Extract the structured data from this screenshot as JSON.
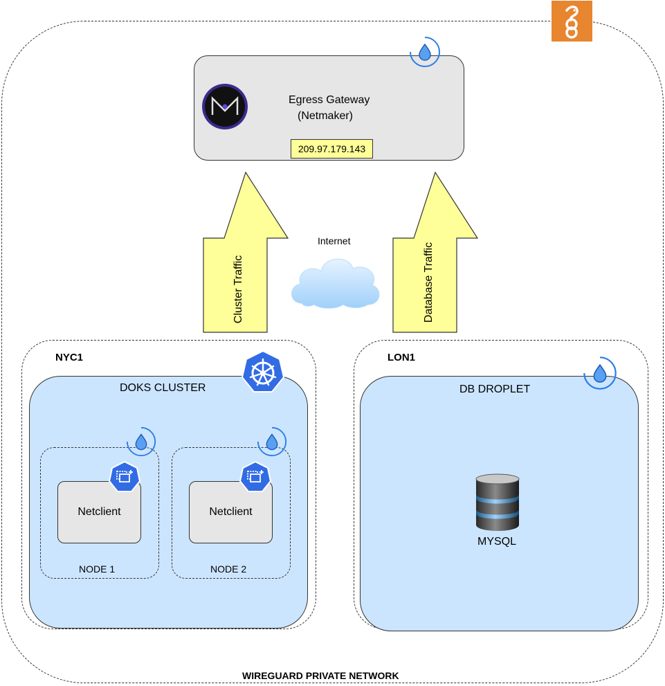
{
  "gateway": {
    "title_line1": "Egress Gateway",
    "title_line2": "(Netmaker)",
    "ip": "209.97.179.143",
    "logo_icon": "netmaker-logo-icon"
  },
  "arrows": {
    "left_label": "Cluster Traffic",
    "right_label": "Database Traffic"
  },
  "internet": {
    "label": "Internet"
  },
  "nyc": {
    "region": "NYC1",
    "cluster_title": "DOKS CLUSTER",
    "node1": {
      "label": "NODE 1",
      "client": "Netclient"
    },
    "node2": {
      "label": "NODE 2",
      "client": "Netclient"
    }
  },
  "lon": {
    "region": "LON1",
    "droplet_title": "DB DROPLET",
    "db_label": "MYSQL"
  },
  "network": {
    "label": "WIREGUARD PRIVATE NETWORK"
  },
  "colors": {
    "gateway_fill": "#e6e6e6",
    "ip_fill": "#ffff99",
    "arrow_fill": "#ffff99",
    "cluster_fill": "#cce5ff",
    "client_fill": "#e6e6e6",
    "wireguard_orange": "#e8852f",
    "droplet_blue": "#2b7de9",
    "kubernetes_blue": "#326ce5"
  }
}
